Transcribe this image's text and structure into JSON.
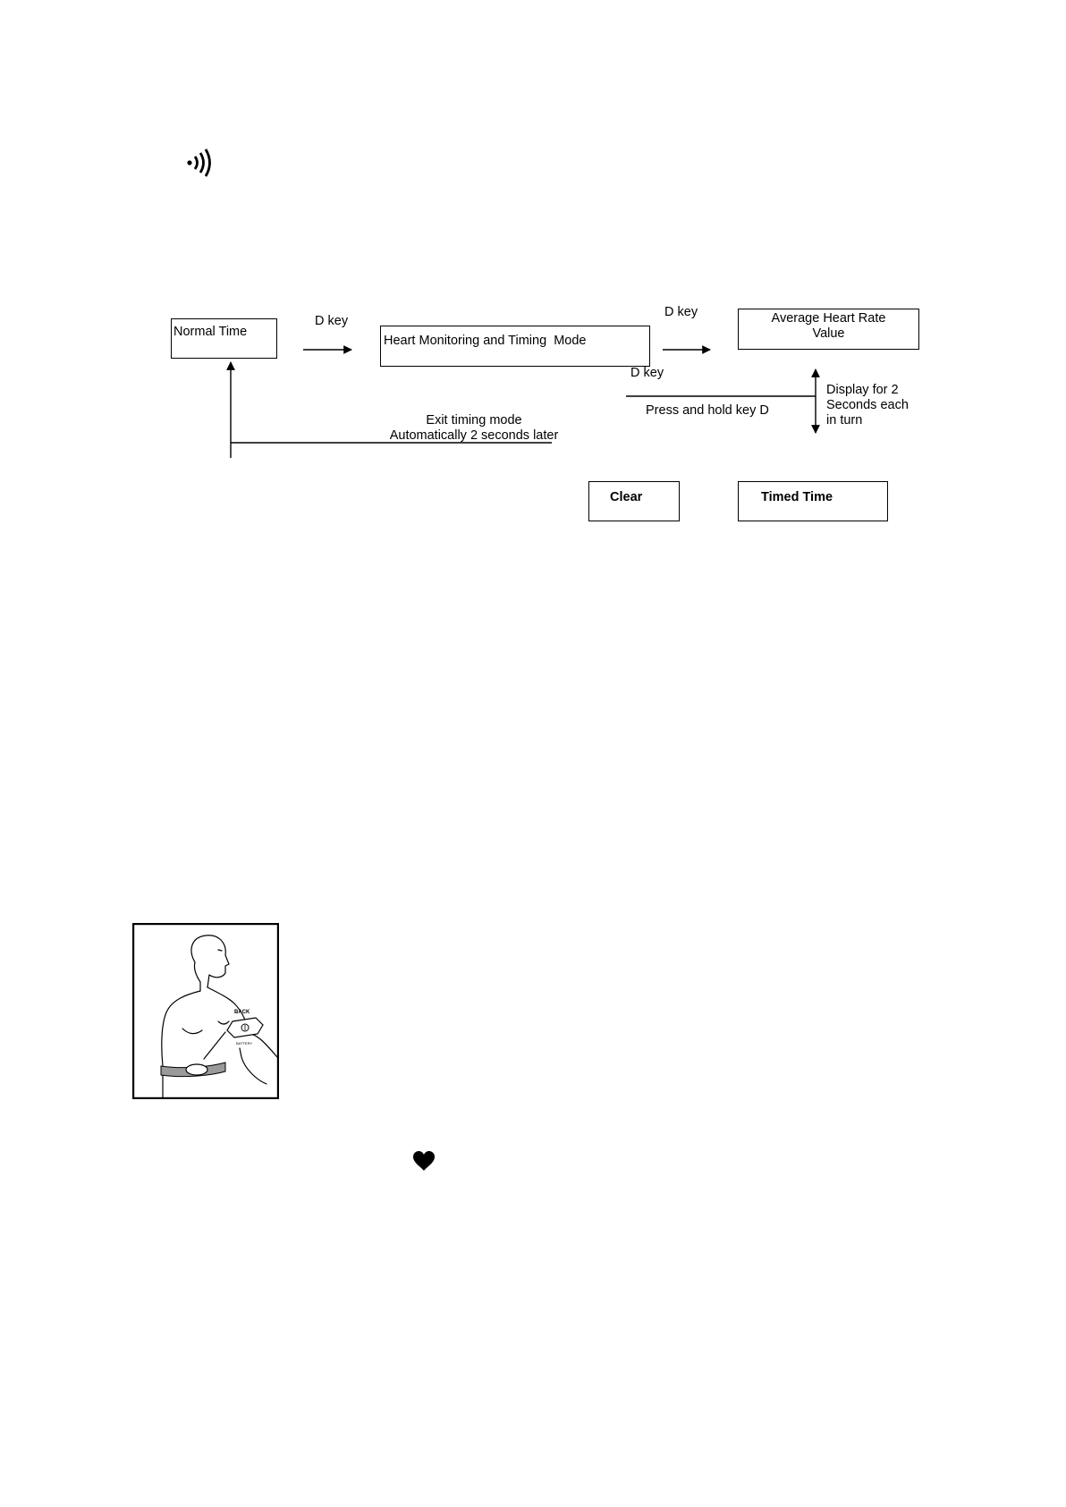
{
  "icons": {
    "signal": "wireless-signal-icon",
    "heart": "heart-icon"
  },
  "diagram": {
    "nodes": {
      "normal_time": "Normal Time",
      "heart_monitoring": "Heart Monitoring and Timing  Mode",
      "average_heart_rate": [
        "Average Heart Rate",
        "Value"
      ],
      "clear": "Clear",
      "timed_time": "Timed Time"
    },
    "edges": {
      "d_key_1": "D key",
      "d_key_2": "D key",
      "d_key_3": "D key",
      "press_hold": "Press and hold key D",
      "exit": [
        "Exit timing mode",
        "Automatically 2 seconds later"
      ],
      "display": [
        "Display for 2",
        "Seconds each",
        "in turn"
      ]
    }
  },
  "illustration": {
    "label_back": "BACK",
    "label_battery": "BATTERY"
  }
}
